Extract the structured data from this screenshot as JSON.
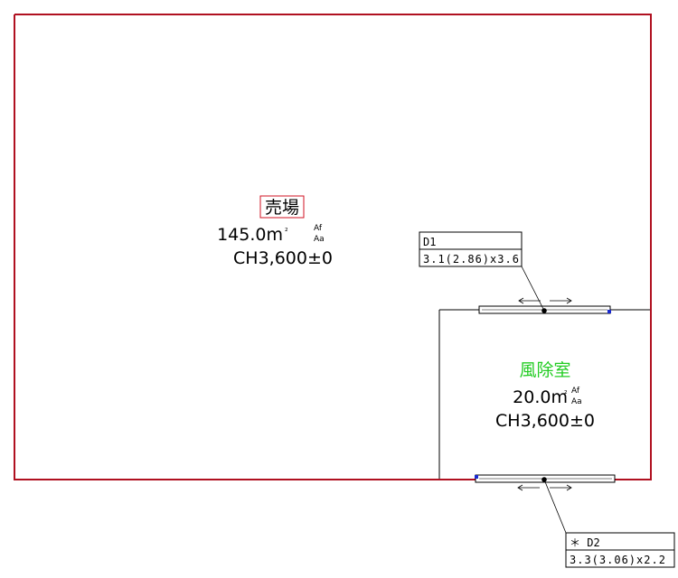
{
  "rooms": [
    {
      "id": "sales-floor",
      "name": "売場",
      "area": "145.0m",
      "area_superscript": "²",
      "area_tags": [
        "Af",
        "Aa"
      ],
      "ceiling_height": "CH3,600±0"
    },
    {
      "id": "windbreak-room",
      "name": "風除室",
      "area": "20.0m",
      "area_superscript": "²",
      "area_tags": [
        "Af",
        "Aa"
      ],
      "ceiling_height": "CH3,600±0"
    }
  ],
  "doors": [
    {
      "id": "D1",
      "label": "D1",
      "size": "3.1(2.86)x3.6"
    },
    {
      "id": "D2",
      "label": "＊ D2",
      "size": "3.3(3.06)x2.2"
    }
  ],
  "colors": {
    "outer_wall": "#b01020",
    "inner_line": "#000000",
    "sales_label_box": "#d01020",
    "windbreak_name": "#22cc22",
    "door_end_marker": "#1a2ad0",
    "text": "#000000"
  }
}
